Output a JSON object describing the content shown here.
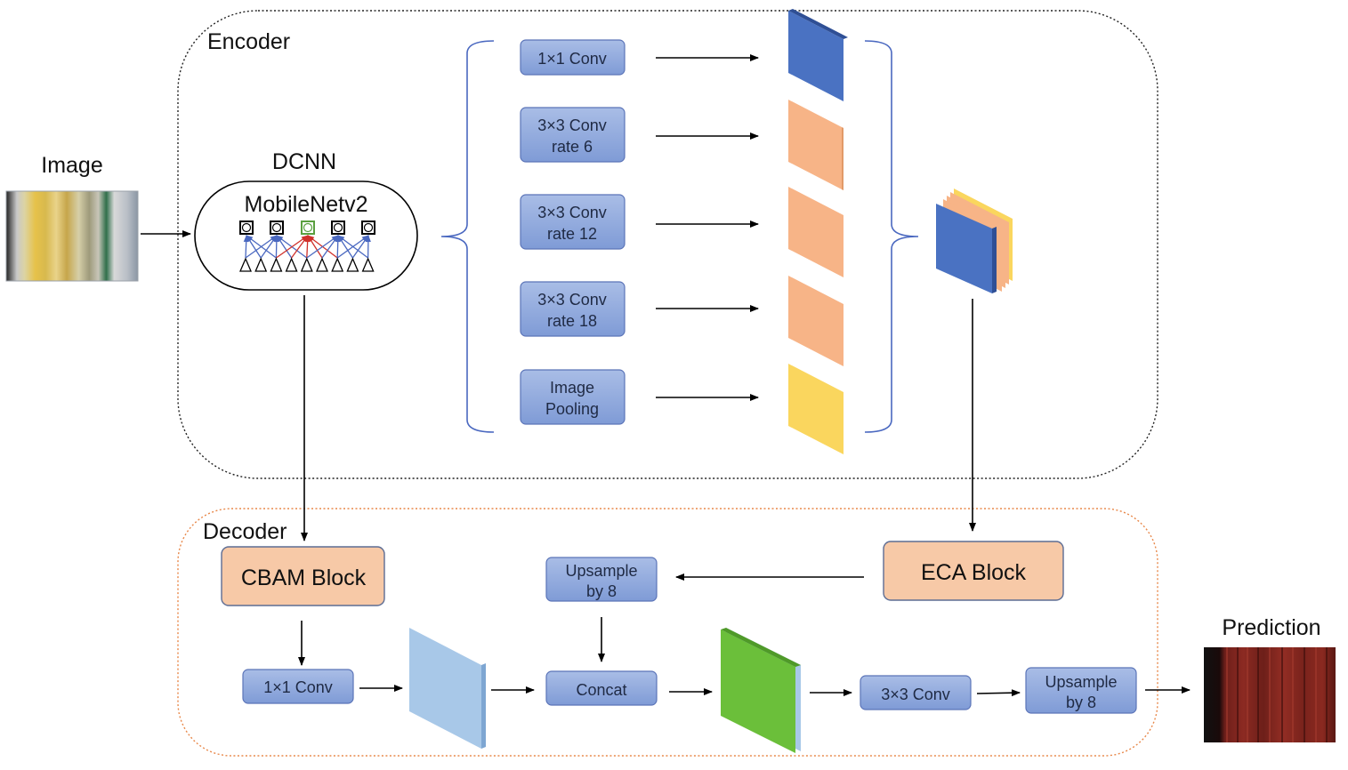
{
  "encoder": {
    "label": "Encoder"
  },
  "decoder": {
    "label": "Decoder"
  },
  "input": {
    "label": "Image"
  },
  "output": {
    "label": "Prediction"
  },
  "dcnn": {
    "label": "DCNN",
    "backbone": "MobileNetv2"
  },
  "aspp": [
    {
      "line1": "1×1 Conv",
      "line2": ""
    },
    {
      "line1": "3×3 Conv",
      "line2": "rate 6"
    },
    {
      "line1": "3×3 Conv",
      "line2": "rate 12"
    },
    {
      "line1": "3×3 Conv",
      "line2": "rate 18"
    },
    {
      "line1": "Image",
      "line2": "Pooling"
    }
  ],
  "blocks": {
    "cbam": "CBAM Block",
    "eca": "ECA Block",
    "conv1x1": "1×1 Conv",
    "upsample_top_1": "Upsample",
    "upsample_top_2": "by 8",
    "concat": "Concat",
    "conv3x3": "3×3 Conv",
    "upsample_bottom_1": "Upsample",
    "upsample_bottom_2": "by 8"
  },
  "colors": {
    "node_fill": "#8fa8dc",
    "node_border": "#5b74b8",
    "block_fill": "#f7c9a7",
    "block_border": "#5d6d94",
    "fmap_blue": "#4a72c2",
    "fmap_orange": "#f7b487",
    "fmap_yellow": "#fad65e",
    "fmap_lightblue": "#a8c8e8",
    "fmap_green": "#6bbf3a",
    "decoder_border": "#e8884a"
  }
}
